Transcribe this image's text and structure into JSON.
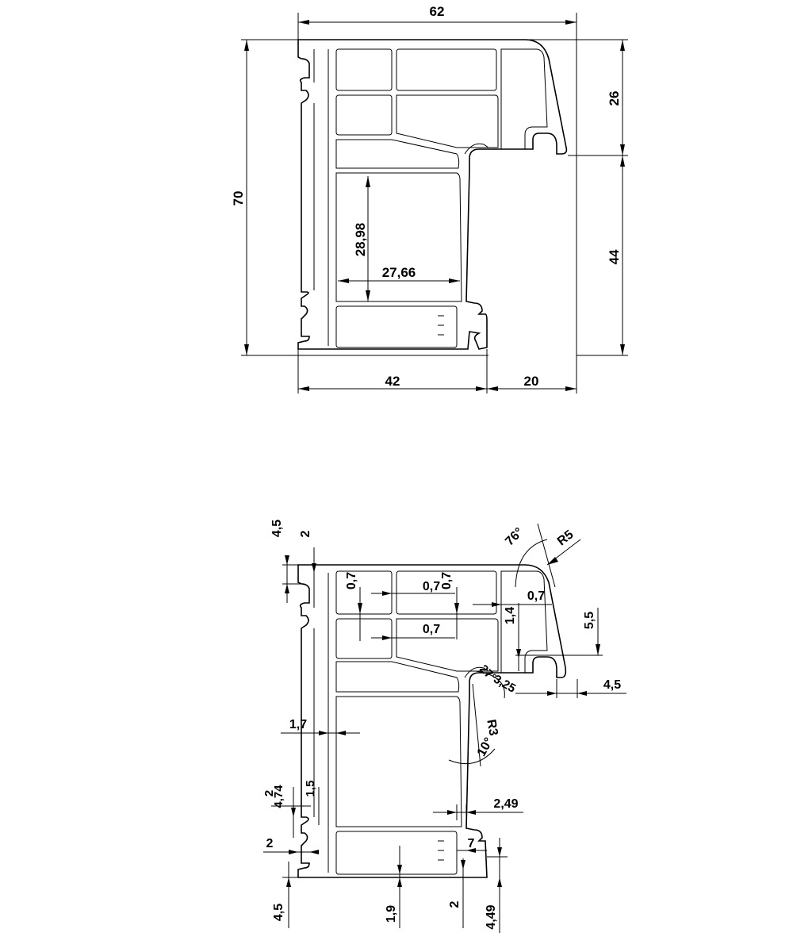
{
  "view1": {
    "dimensions": {
      "overall_width": "62",
      "overall_height": "70",
      "upper_height": "26",
      "lower_height": "44",
      "base_left": "42",
      "base_right": "20",
      "chamber_height": "28,98",
      "chamber_width": "27,66"
    }
  },
  "view2": {
    "dimensions": {
      "d_4_5_top": "4,5",
      "d_2_top": "2",
      "d_76deg": "76°",
      "d_R5": "R5",
      "d_0_7_a": "0,7",
      "d_0_7_b": "0,7",
      "d_0_7_c": "0,7",
      "d_0_7_d": "0,7",
      "d_0_7_e": "0,7",
      "d_1_4": "1,4",
      "d_5_5": "5,5",
      "d_4_5_right": "4,5",
      "d_27deg": "27°",
      "d_3_25": "3,25",
      "d_1_7": "1,7",
      "d_R3": "R3",
      "d_10deg": "10°",
      "d_2_left": "2",
      "d_4_74": "4,74",
      "d_1_5": "1,5",
      "d_2_49": "2,49",
      "d_2_lower": "2",
      "d_7": "7",
      "d_4_5_bottom": "4,5",
      "d_1_9": "1,9",
      "d_2_bottom": "2",
      "d_4_49": "4,49"
    }
  }
}
